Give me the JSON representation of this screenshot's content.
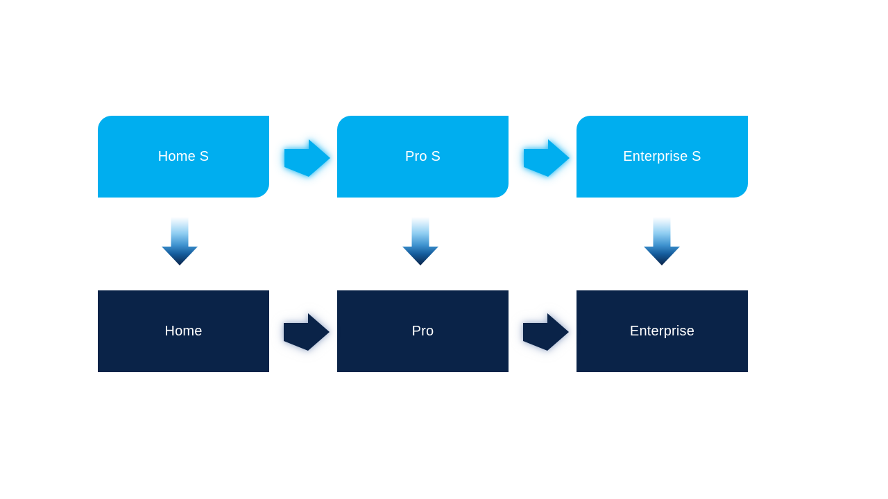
{
  "diagram": {
    "type": "process-upgrade-flow",
    "background": "#ffffff",
    "colors": {
      "edition_s_fill": "#00AEEF",
      "edition_fill": "#0A2348",
      "label_text": "#ffffff",
      "light_arrow": "#00AEEF",
      "dark_arrow": "#0A2348",
      "down_arrow_gradient_top": "#ffffff",
      "down_arrow_gradient_bottom": "#0A2348"
    },
    "rows": {
      "top": {
        "nodes": [
          {
            "label": "Home S"
          },
          {
            "label": "Pro S"
          },
          {
            "label": "Enterprise S"
          }
        ]
      },
      "bottom": {
        "nodes": [
          {
            "label": "Home"
          },
          {
            "label": "Pro"
          },
          {
            "label": "Enterprise"
          }
        ]
      }
    },
    "connections": [
      {
        "from": "Home S",
        "to": "Pro S",
        "direction": "right"
      },
      {
        "from": "Pro S",
        "to": "Enterprise S",
        "direction": "right"
      },
      {
        "from": "Home",
        "to": "Pro",
        "direction": "right"
      },
      {
        "from": "Pro",
        "to": "Enterprise",
        "direction": "right"
      },
      {
        "from": "Home S",
        "to": "Home",
        "direction": "down"
      },
      {
        "from": "Pro S",
        "to": "Pro",
        "direction": "down"
      },
      {
        "from": "Enterprise S",
        "to": "Enterprise",
        "direction": "down"
      }
    ]
  }
}
